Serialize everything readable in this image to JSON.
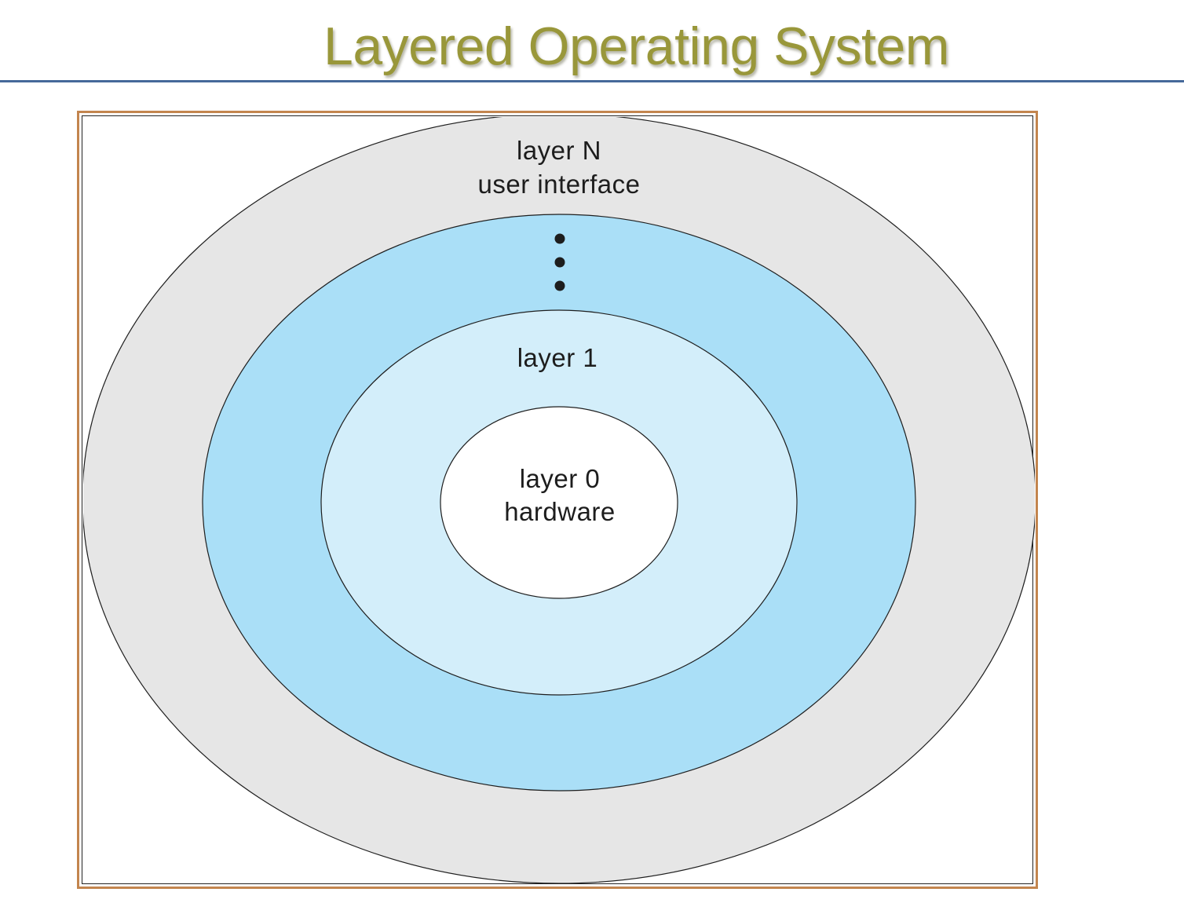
{
  "slide": {
    "title": "Layered Operating System"
  },
  "diagram": {
    "type": "concentric-layers",
    "colors": {
      "title": "#99973a",
      "title_rule": "#46699a",
      "frame_border": "#c3854e",
      "layer_n_fill": "#e6e6e6",
      "middle_layers_fill": "#aadff7",
      "layer_1_fill": "#d3eefa",
      "layer_0_fill": "#ffffff",
      "outline": "#1e1e1e"
    },
    "layers": [
      {
        "id": "layer-n",
        "label_line1": "layer N",
        "label_line2": "user interface"
      },
      {
        "id": "intermediate-layers",
        "ellipsis": "⋮"
      },
      {
        "id": "layer-1",
        "label_line1": "layer 1"
      },
      {
        "id": "layer-0",
        "label_line1": "layer 0",
        "label_line2": "hardware"
      }
    ]
  }
}
